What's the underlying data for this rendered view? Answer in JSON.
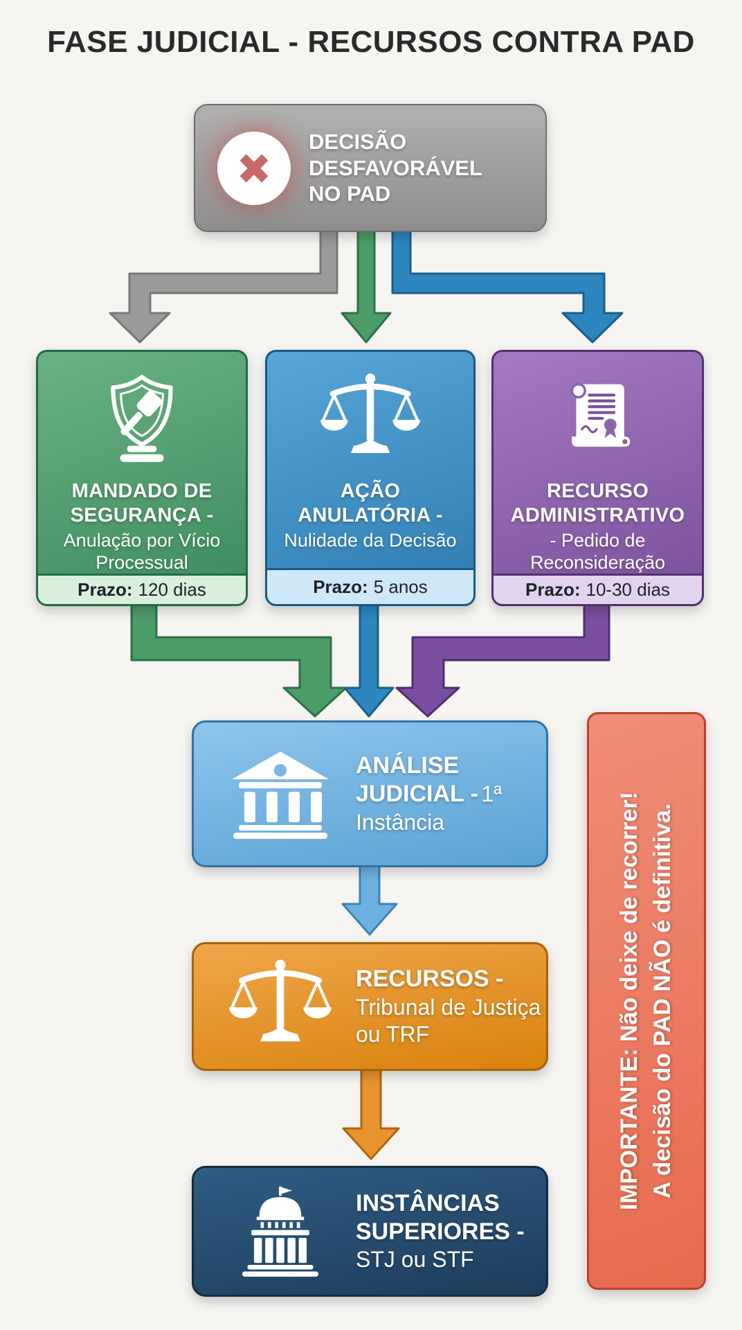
{
  "title": "FASE JUDICIAL - RECURSOS CONTRA PAD",
  "root": {
    "label": "DECISÃO DESFAVORÁVEL NO PAD",
    "icon": "x-circle-icon"
  },
  "options": [
    {
      "title": "MANDADO DE SEGURANÇA -",
      "subtitle": "Anulação por Vício Processual",
      "prazo_label": "Prazo:",
      "prazo_value": "120 dias",
      "icon": "shield-gavel-icon",
      "color": "#3c8b5d"
    },
    {
      "title": "AÇÃO ANULATÓRIA -",
      "subtitle": "Nulidade da Decisão",
      "prazo_label": "Prazo:",
      "prazo_value": "5 anos",
      "icon": "scales-icon",
      "color": "#2e7cb0"
    },
    {
      "title": "RECURSO ADMINISTRATIVO",
      "subtitle": "- Pedido de Reconsideração",
      "prazo_label": "Prazo:",
      "prazo_value": "10-30 dias",
      "icon": "scroll-seal-icon",
      "color": "#7b509c"
    }
  ],
  "stages": [
    {
      "title": "ANÁLISE JUDICIAL -",
      "subtitle": "1ª Instância",
      "icon": "courthouse-icon",
      "color": "#5aa2d4"
    },
    {
      "title": "RECURSOS -",
      "subtitle": "Tribunal de Justiça ou TRF",
      "icon": "scales-icon",
      "color": "#d8820e"
    },
    {
      "title": "INSTÂNCIAS SUPERIORES -",
      "subtitle": "STJ ou STF",
      "icon": "capitol-icon",
      "color": "#1d3d5c"
    }
  ],
  "importante": {
    "line1": "IMPORTANTE: Não deixe de recorrer!",
    "line2": "A decisão do PAD NÃO é definitiva."
  },
  "theme": {
    "bg": "#f7f5f2",
    "title-color": "#2a2a2a",
    "gray-1": "#b2b0b0",
    "gray-2": "#8e8c8c",
    "gray-border": "#6e6c6c",
    "x-red": "#c8696a",
    "green-1": "#6ab183",
    "green-2": "#3c8b5d",
    "green-border": "#236b44",
    "green-foot": "#d7efdb",
    "blue-1": "#58a6d8",
    "blue-2": "#2e7cb0",
    "blue-border": "#155a85",
    "blue-foot": "#cfe8f8",
    "purple-1": "#a379c0",
    "purple-2": "#7b509c",
    "purple-border": "#53306f",
    "purple-foot": "#e2d3ef",
    "purple-seal": "#8a63ab",
    "lblue-1": "#8ec5ec",
    "lblue-2": "#5aa2d4",
    "lblue-border": "#2d71a5",
    "lblue-hole": "#79b7e5",
    "orange-1": "#f0a64a",
    "orange-2": "#d8820e",
    "orange-border": "#a96208",
    "navy-1": "#2f5d83",
    "navy-2": "#1d3d5c",
    "navy-border": "#142c42",
    "red-1": "#f18d79",
    "red-2": "#e66a4e",
    "red-border": "#bf3f2c",
    "foot-text": "#1e222a",
    "arrow-gray": "#9b9999",
    "arrow-gray-s": "#787676",
    "arrow-green": "#4c9c68",
    "arrow-green-s": "#2c6f47",
    "arrow-blue": "#2e86bf",
    "arrow-blue-s": "#175e8c",
    "arrow-purple": "#7b4fa0",
    "arrow-purple-s": "#4f2d72",
    "arrow-lblue": "#6db1e0",
    "arrow-lblue-s": "#3a82b5",
    "arrow-orange": "#e8932f",
    "arrow-orange-s": "#b26408"
  }
}
